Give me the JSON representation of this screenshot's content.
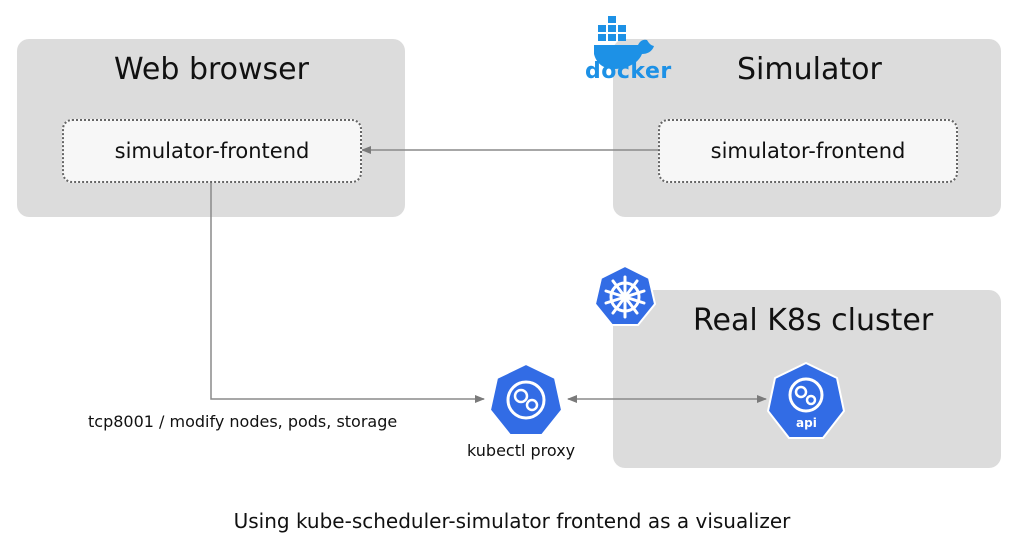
{
  "browser_panel": {
    "title": "Web browser",
    "box_label": "simulator-frontend"
  },
  "simulator_panel": {
    "title": "Simulator",
    "box_label": "simulator-frontend",
    "logo_text": "docker"
  },
  "cluster_panel": {
    "title": "Real K8s cluster",
    "api_label": "api"
  },
  "proxy": {
    "label": "kubectl proxy"
  },
  "connection_label": "tcp8001 / modify nodes, pods, storage",
  "caption": "Using kube-scheduler-simulator frontend as a visualizer",
  "colors": {
    "panel": "#dcdcdc",
    "k8s_blue": "#326ce5",
    "docker_blue": "#1d91e6",
    "line": "#8a8a8a"
  },
  "icons": [
    "docker-logo",
    "kubernetes-helm-icon",
    "kubectl-proxy-icon",
    "api-server-icon"
  ]
}
